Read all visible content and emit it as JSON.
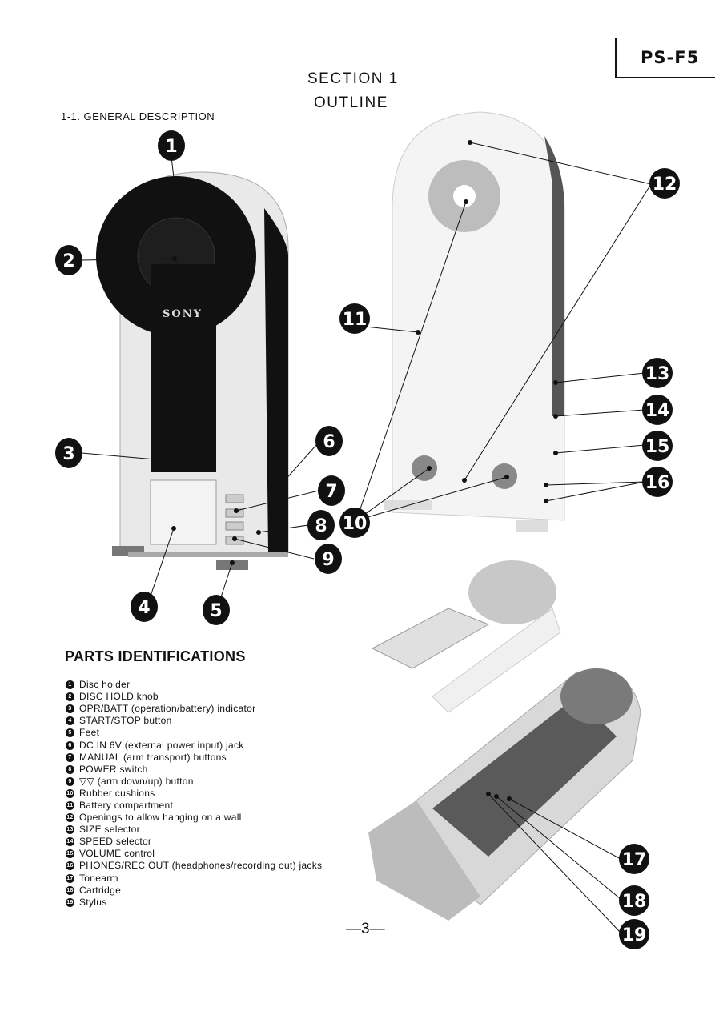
{
  "header": {
    "model": "PS-F5",
    "section": "SECTION 1",
    "outline": "OUTLINE",
    "subsection": "1-1.  GENERAL  DESCRIPTION"
  },
  "figure": {
    "brand": "SONY",
    "callouts": [
      "1",
      "2",
      "3",
      "4",
      "5",
      "6",
      "7",
      "8",
      "9",
      "10",
      "11",
      "12",
      "13",
      "14",
      "15",
      "16",
      "17",
      "18",
      "19"
    ]
  },
  "parts": {
    "heading": "PARTS IDENTIFICATIONS",
    "items": [
      {
        "num": "1",
        "label": "Disc holder"
      },
      {
        "num": "2",
        "label": "DISC HOLD knob"
      },
      {
        "num": "3",
        "label": "OPR/BATT (operation/battery) indicator"
      },
      {
        "num": "4",
        "label": "START/STOP button"
      },
      {
        "num": "5",
        "label": "Feet"
      },
      {
        "num": "6",
        "label": "DC IN 6V (external power input) jack"
      },
      {
        "num": "7",
        "label": "MANUAL (arm transport) buttons"
      },
      {
        "num": "8",
        "label": "POWER switch"
      },
      {
        "num": "9",
        "label": "▽▽ (arm down/up) button"
      },
      {
        "num": "10",
        "label": "Rubber cushions"
      },
      {
        "num": "11",
        "label": "Battery compartment"
      },
      {
        "num": "12",
        "label": "Openings to allow hanging on a wall"
      },
      {
        "num": "13",
        "label": "SIZE selector"
      },
      {
        "num": "14",
        "label": "SPEED selector"
      },
      {
        "num": "15",
        "label": "VOLUME control"
      },
      {
        "num": "16",
        "label": "PHONES/REC OUT (headphones/recording out) jacks"
      },
      {
        "num": "17",
        "label": "Tonearm"
      },
      {
        "num": "18",
        "label": "Cartridge"
      },
      {
        "num": "19",
        "label": "Stylus"
      }
    ]
  },
  "footer": {
    "page": "—3—"
  }
}
